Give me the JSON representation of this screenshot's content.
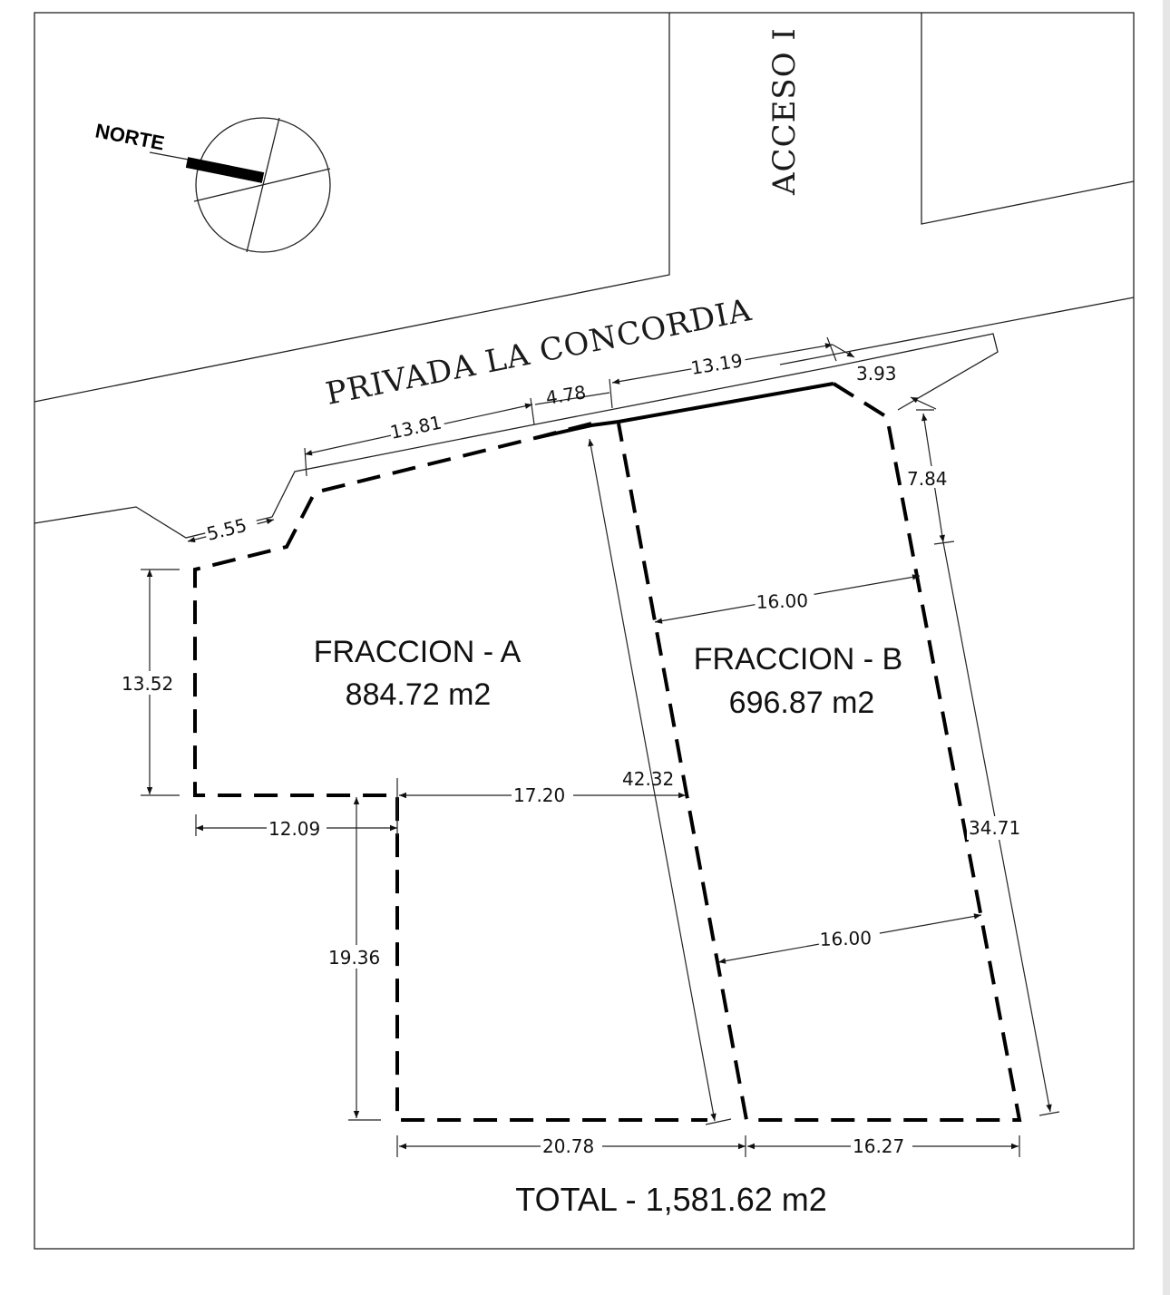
{
  "streets": {
    "privada": "PRIVADA LA CONCORDIA",
    "acceso": "ACCESO I"
  },
  "compass": {
    "label": "NORTE"
  },
  "fraccion_a": {
    "name": "FRACCION - A",
    "area": "884.72 m2"
  },
  "fraccion_b": {
    "name": "FRACCION - B",
    "area": "696.87 m2"
  },
  "total": "TOTAL - 1,581.62 m2",
  "dimensions": {
    "d_5_55": "5.55",
    "d_13_81": "13.81",
    "d_4_78": "4.78",
    "d_13_19": "13.19",
    "d_3_93": "3.93",
    "d_7_84": "7.84",
    "d_13_52": "13.52",
    "d_16_00_top": "16.00",
    "d_42_32": "42.32",
    "d_17_20": "17.20",
    "d_12_09": "12.09",
    "d_34_71": "34.71",
    "d_19_36": "19.36",
    "d_16_00_bottom": "16.00",
    "d_20_78": "20.78",
    "d_16_27": "16.27"
  }
}
